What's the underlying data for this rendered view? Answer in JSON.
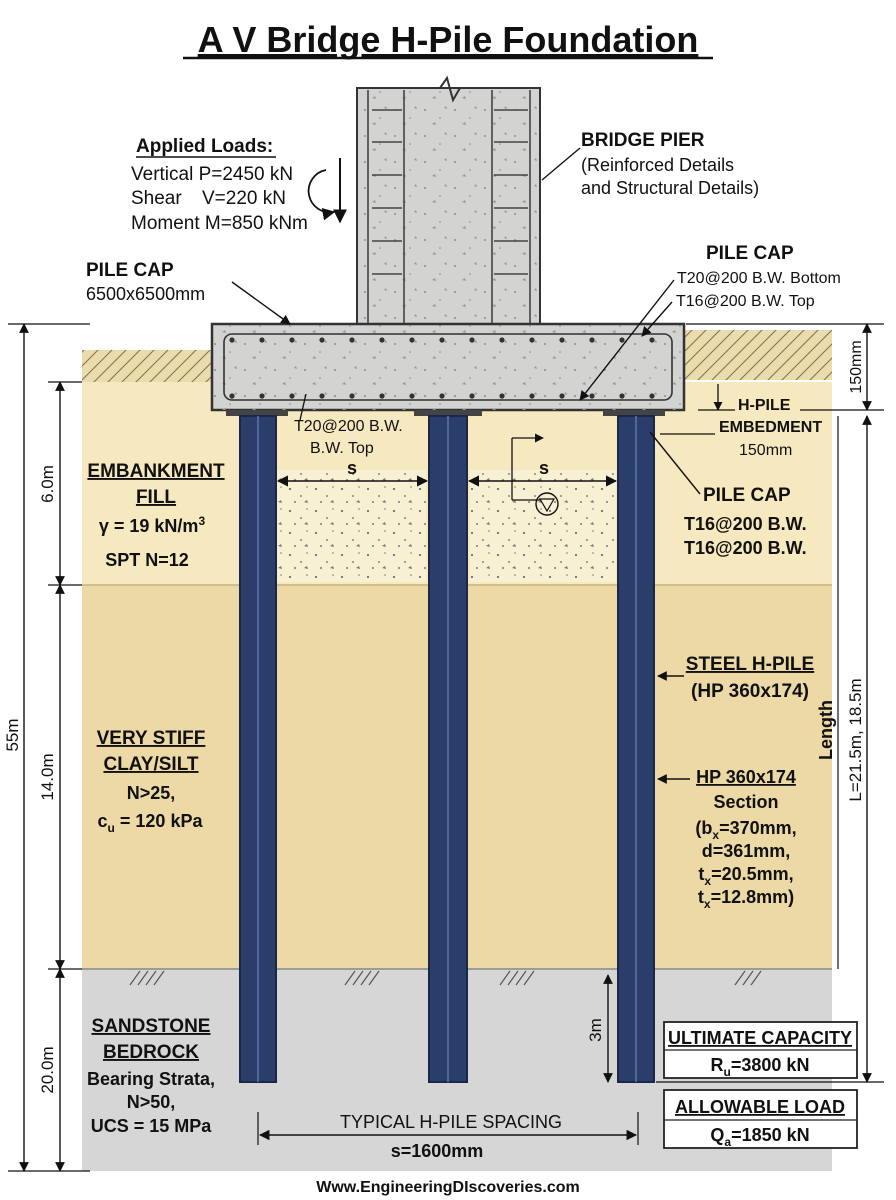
{
  "title": "A V Bridge H-Pile Foundation",
  "footer": "Www.EngineeringDIscoveries.com",
  "applied_loads": {
    "heading": "Applied Loads:",
    "vertical": "Vertical P=2450 kN",
    "shear_label": "Shear",
    "shear_value": "V=220 kN",
    "moment": "Moment M=850 kNm"
  },
  "bridge_pier": {
    "heading": "BRIDGE PIER",
    "line1": "(Reinforced Details",
    "line2": "and Structural Details)"
  },
  "pile_cap_left": {
    "heading": "PILE CAP",
    "size": "6500x6500mm"
  },
  "pile_cap_right": {
    "heading": "PILE CAP",
    "rebar_bottom": "T20@200 B.W. Bottom",
    "rebar_top": "T16@200 B.W. Top"
  },
  "cap_bottom_rebar": {
    "line1": "T20@200 B.W.",
    "line2": "B.W. Top"
  },
  "embedment": {
    "line1": "H-PILE",
    "line2": "EMBEDMENT",
    "value": "150mm"
  },
  "pile_cap_mid": {
    "heading": "PILE CAP",
    "line1": "T16@200 B.W.",
    "line2": "T16@200 B.W."
  },
  "spacing_symbol": "s",
  "layers": {
    "fill": {
      "name1": "EMBANKMENT",
      "name2": "FILL",
      "gamma_prefix": "γ = 19 kN/m",
      "gamma_sup": "3",
      "spt": "SPT N=12",
      "thickness": "6.0m",
      "color": "#f6e9bf"
    },
    "clay": {
      "name1": "VERY STIFF",
      "name2": "CLAY/SILT",
      "n": "N>25,",
      "cu_c": "c",
      "cu_sub": "u",
      "cu_rest": " = 120 kPa",
      "thickness": "14.0m",
      "color": "#ecd9a6"
    },
    "rock": {
      "name1": "SANDSTONE",
      "name2": "BEDROCK",
      "line1": "Bearing Strata,",
      "line2": "N>50,",
      "line3": "UCS = 15 MPa",
      "thickness": "20.0m",
      "color": "#d6d6d6"
    }
  },
  "total_depth": "55m",
  "cap_thickness": "150mm",
  "pile_length": {
    "label": "Length",
    "value": "L=21.5m, 18.5m"
  },
  "steel_pile": {
    "line1": "STEEL H-PILE",
    "line2": "(HP 360x174)"
  },
  "section": {
    "line1": "HP 360x174",
    "line2": "Section",
    "bx_b": "(b",
    "bx_sub": "x",
    "bx_rest": "=370mm,",
    "d": "d=361mm,",
    "t1_t": "t",
    "t1_sub": "x",
    "t1_rest": "=20.5mm,",
    "t2_t": "t",
    "t2_sub": "x",
    "t2_rest": "=12.8mm)"
  },
  "socket_depth": "3m",
  "spacing": {
    "line1": "TYPICAL H-PILE SPACING",
    "line2": "s=1600mm"
  },
  "ultimate": {
    "heading": "ULTIMATE CAPACITY",
    "r": "R",
    "r_sub": "u",
    "r_rest": "=3800 kN"
  },
  "allowable": {
    "heading": "ALLOWABLE LOAD",
    "q": "Q",
    "q_sub": "a",
    "q_rest": "=1850 kN"
  },
  "colors": {
    "pile": "#2b3e6b",
    "concrete": "#d3d3d1",
    "fill_speckle": "#f8f0d2"
  }
}
